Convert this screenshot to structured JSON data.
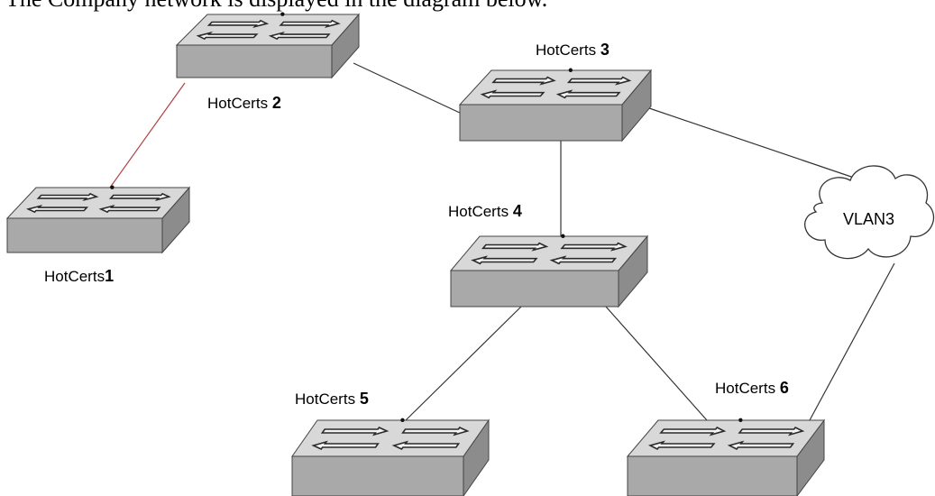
{
  "caption": "The Company network is displayed in the diagram below.",
  "switches": [
    {
      "id": "s1",
      "name": "HotCerts",
      "sep": "",
      "number": "1"
    },
    {
      "id": "s2",
      "name": "HotCerts",
      "sep": " ",
      "number": "2"
    },
    {
      "id": "s3",
      "name": "HotCerts",
      "sep": " ",
      "number": "3"
    },
    {
      "id": "s4",
      "name": "HotCerts",
      "sep": " ",
      "number": "4"
    },
    {
      "id": "s5",
      "name": "HotCerts",
      "sep": " ",
      "number": "5"
    },
    {
      "id": "s6",
      "name": "HotCerts",
      "sep": " ",
      "number": "6"
    }
  ],
  "cloud": {
    "label": "VLAN3"
  },
  "links": [
    [
      "s1",
      "s2"
    ],
    [
      "s2",
      "s3"
    ],
    [
      "s3",
      "s4"
    ],
    [
      "s3",
      "cloud"
    ],
    [
      "s4",
      "s5"
    ],
    [
      "s4",
      "s6"
    ],
    [
      "cloud",
      "s6"
    ]
  ],
  "colors": {
    "switch_top": "#d8d8d8",
    "switch_front": "#a9a9a9",
    "switch_side": "#8c8c8c",
    "arrows": "#2a2a2a",
    "line": "#333333",
    "link_s1_s2": "#b04040"
  }
}
